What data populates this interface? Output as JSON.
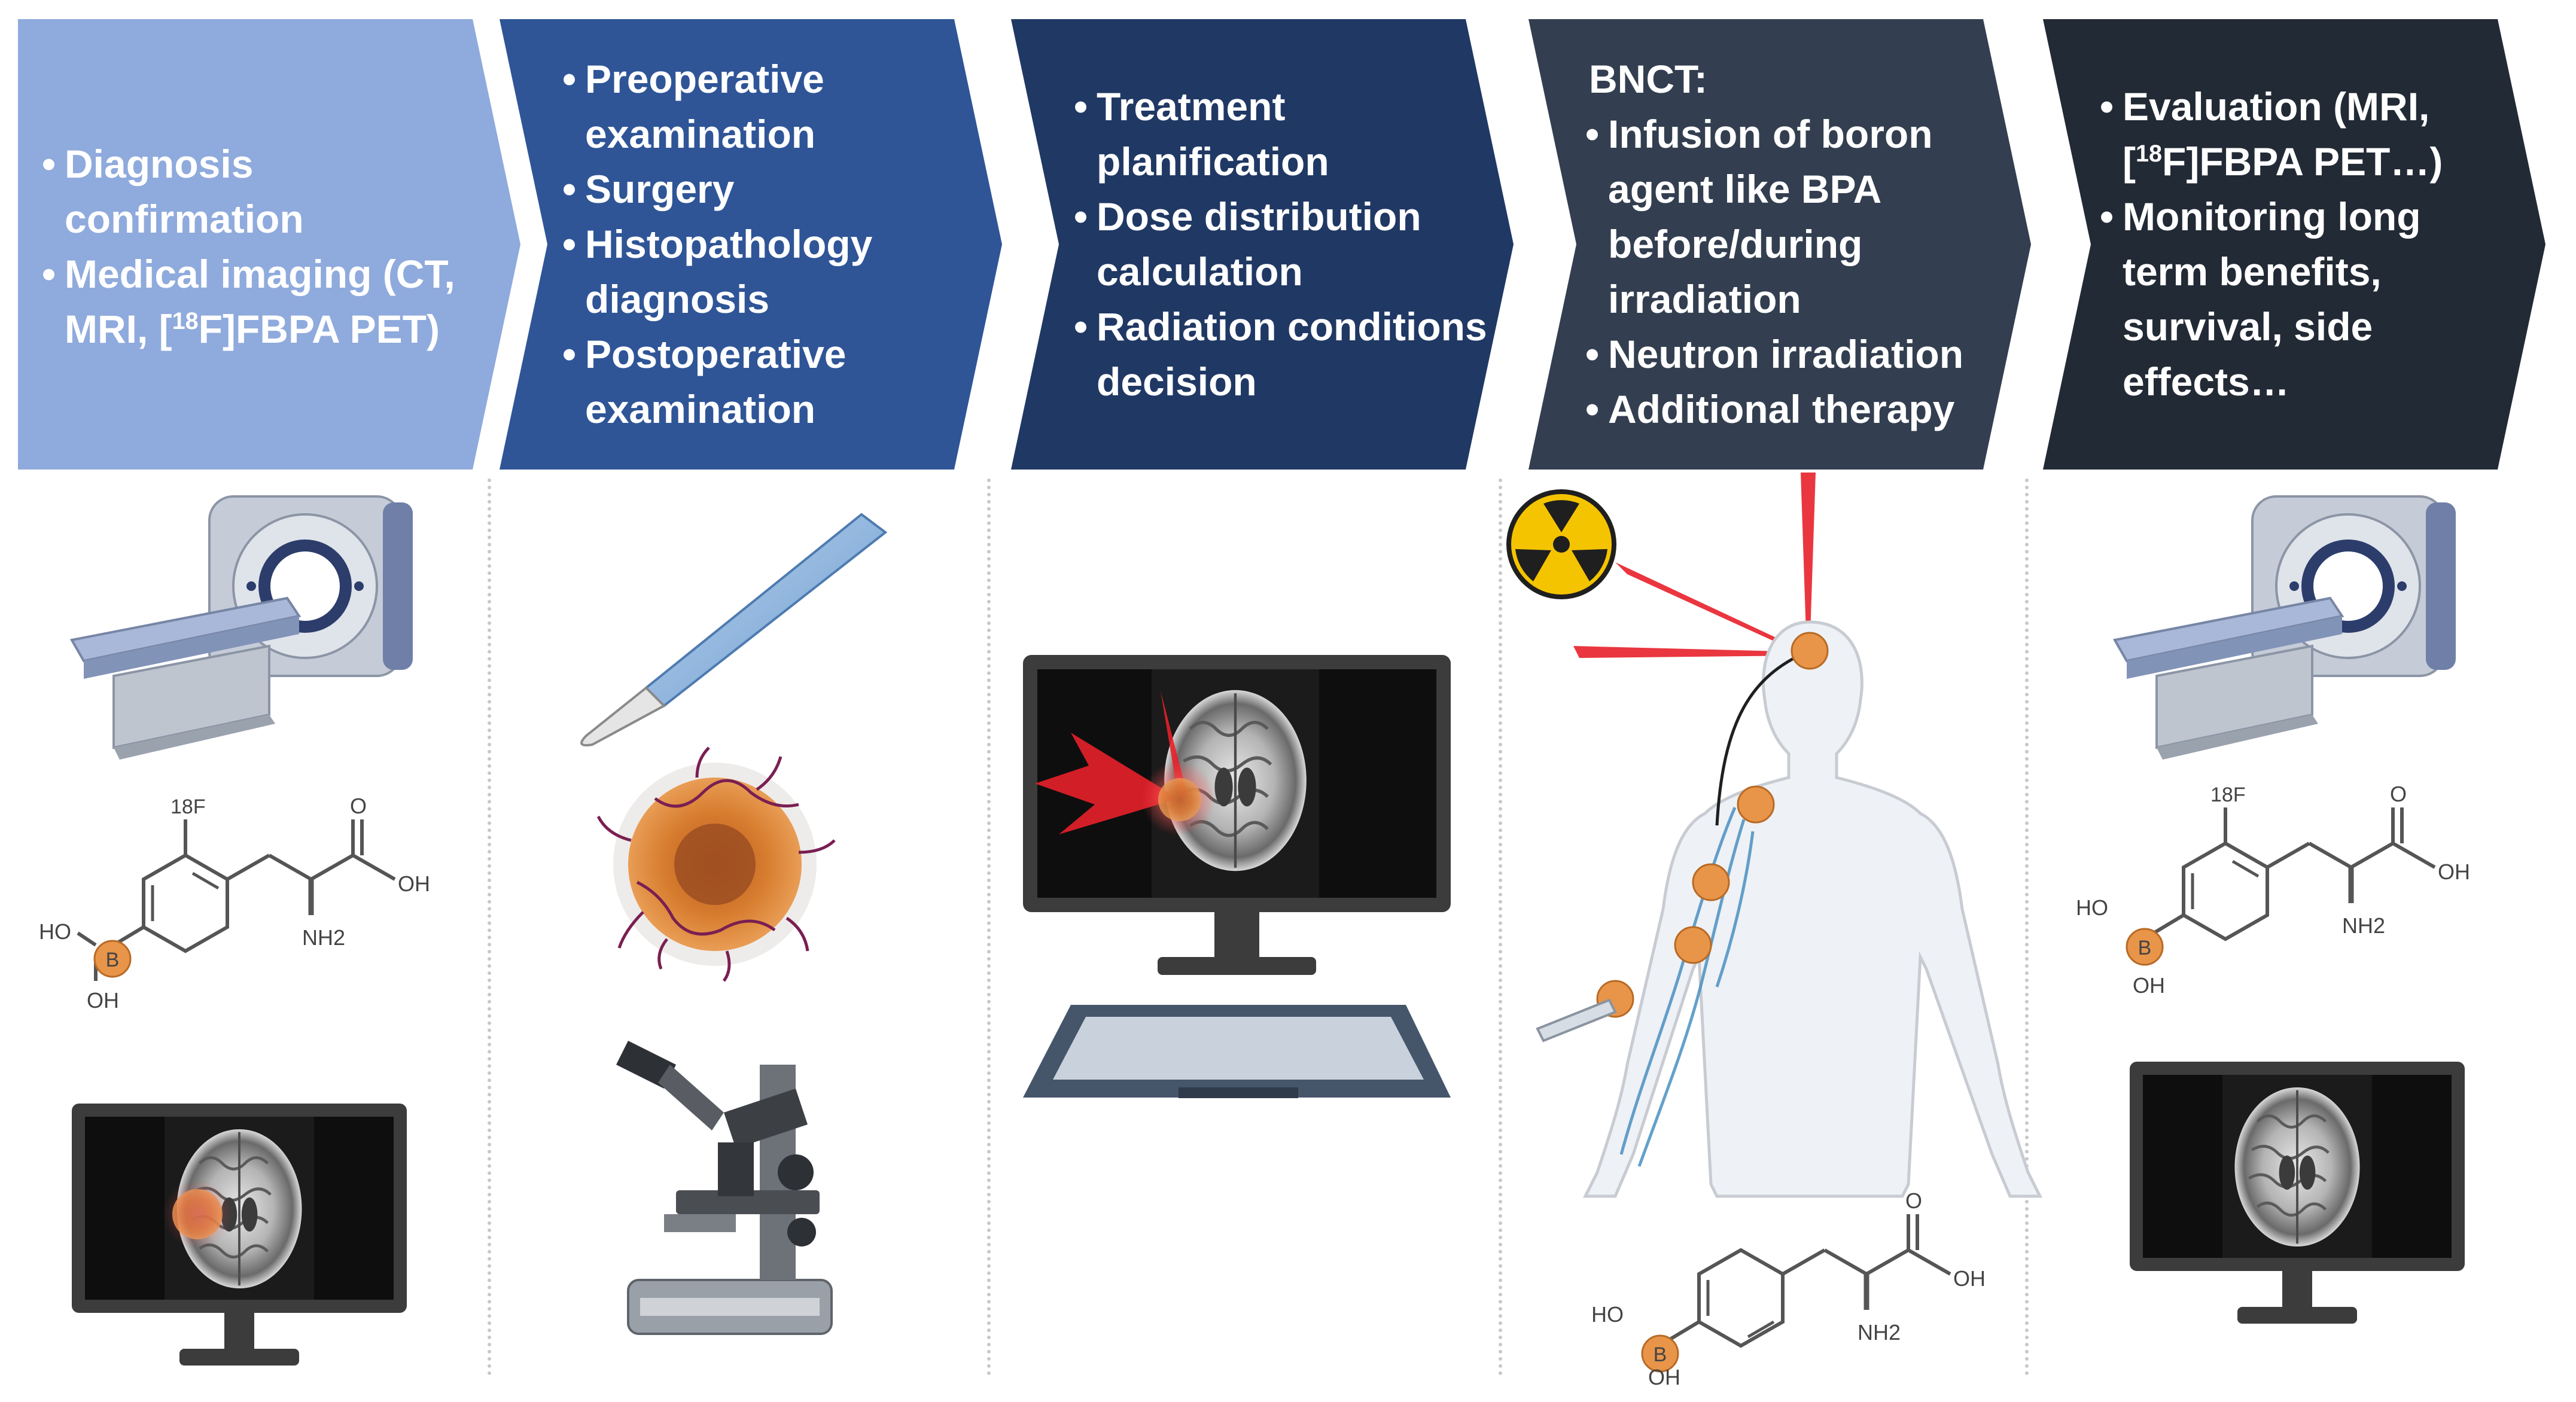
{
  "steps": [
    {
      "color": "#8FAADC",
      "heading": "",
      "items": [
        "Diagnosis confirmation",
        "Medical imaging (CT, MRI, [18F]FBPA PET)"
      ]
    },
    {
      "color": "#2F5597",
      "heading": "",
      "items": [
        "Preoperative examination",
        "Surgery",
        "Histopathology diagnosis",
        "Postoperative examination"
      ]
    },
    {
      "color": "#203864",
      "heading": "",
      "items": [
        "Treatment planification",
        "Dose distribution calculation",
        "Radiation conditions decision"
      ]
    },
    {
      "color": "#333F50",
      "heading": "BNCT:",
      "items": [
        "Infusion of boron agent like BPA before/during irradiation",
        "Neutron irradiation",
        "Additional therapy"
      ]
    },
    {
      "color": "#222A35",
      "heading": "",
      "items": [
        "Evaluation (MRI, [18F]FBPA PET…)",
        "Monitoring long term benefits, survival, side effects…"
      ]
    }
  ],
  "molecule_fbpa": {
    "fluorine": "18F",
    "ho": "HO",
    "boron": "B",
    "oh_boron": "OH",
    "oh_acid": "OH",
    "oxygen": "O",
    "amine": "NH2"
  },
  "molecule_bpa": {
    "ho": "HO",
    "boron": "B",
    "oh_boron": "OH",
    "oh_acid": "OH",
    "oxygen": "O",
    "amine": "NH2"
  },
  "colors": {
    "boron": "#E8954A",
    "beam": "#E8202A",
    "hazard": "#F5C400",
    "device": "#C9D1DC",
    "screen": "#3a3a3a"
  }
}
